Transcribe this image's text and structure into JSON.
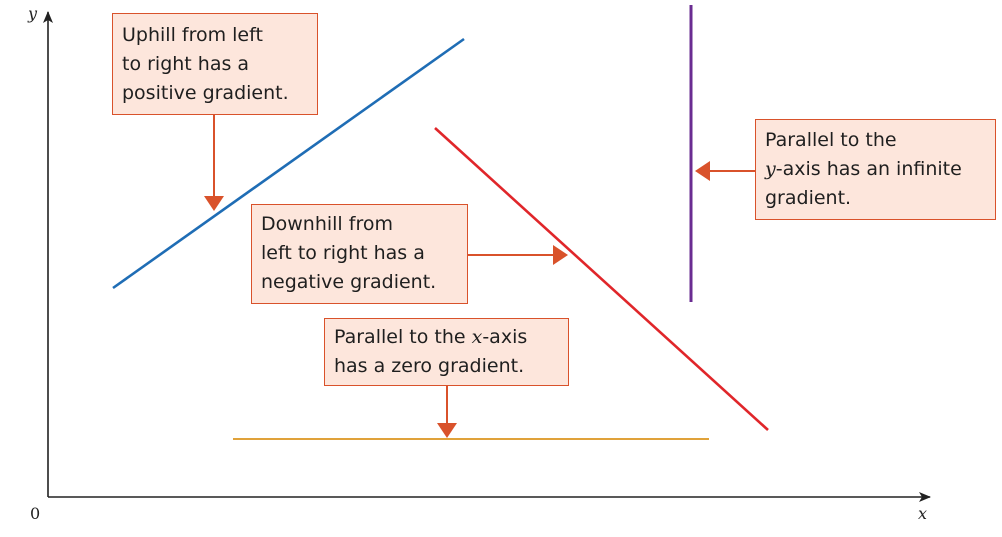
{
  "axes": {
    "x_label": "x",
    "y_label": "y",
    "origin_label": "0"
  },
  "callouts": {
    "positive": {
      "lines": [
        "Uphill from left",
        "to right has a",
        "positive gradient."
      ]
    },
    "negative": {
      "lines": [
        "Downhill from",
        "left to right has a",
        "negative gradient."
      ]
    },
    "zero": {
      "line1_before": "Parallel to the ",
      "line1_var": "x",
      "line1_after": "-axis",
      "line2": "has a zero gradient."
    },
    "infinite": {
      "line1": "Parallel to the",
      "line2_var": "y",
      "line2_after": "-axis has an infinite",
      "line3": "gradient."
    }
  },
  "colors": {
    "positive_line": "#1f6db5",
    "negative_line": "#e0262a",
    "zero_line": "#e0a23a",
    "infinite_line": "#6a2c91",
    "arrow": "#d9522b",
    "axis": "#222222"
  }
}
